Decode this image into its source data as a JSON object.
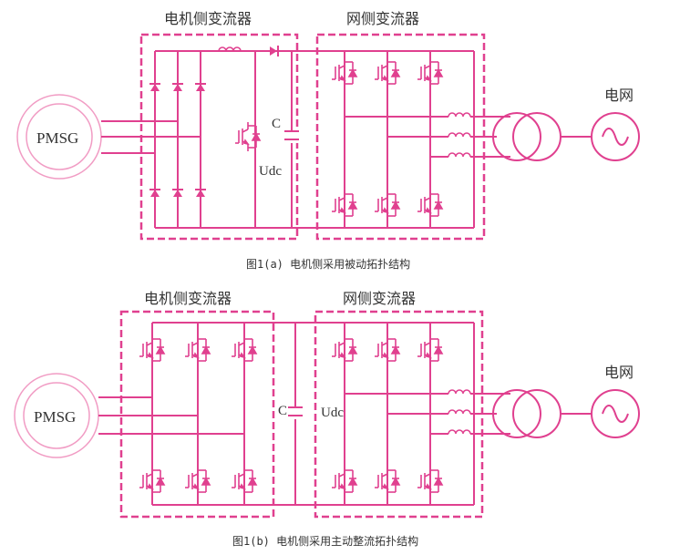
{
  "colors": {
    "circuit": "#e0408f",
    "light": "#f19cc4",
    "text": "#333333"
  },
  "diagram_a": {
    "machine_side_label": "电机侧变流器",
    "grid_side_label": "网侧变流器",
    "generator_label": "PMSG",
    "grid_label": "电网",
    "capacitor_label": "C",
    "dc_voltage_label": "Udc",
    "caption": "图1(a) 电机侧采用被动拓扑结构"
  },
  "diagram_b": {
    "machine_side_label": "电机侧变流器",
    "grid_side_label": "网侧变流器",
    "generator_label": "PMSG",
    "grid_label": "电网",
    "capacitor_label": "C",
    "dc_voltage_label": "Udc",
    "caption": "图1(b) 电机侧采用主动整流拓扑结构"
  }
}
